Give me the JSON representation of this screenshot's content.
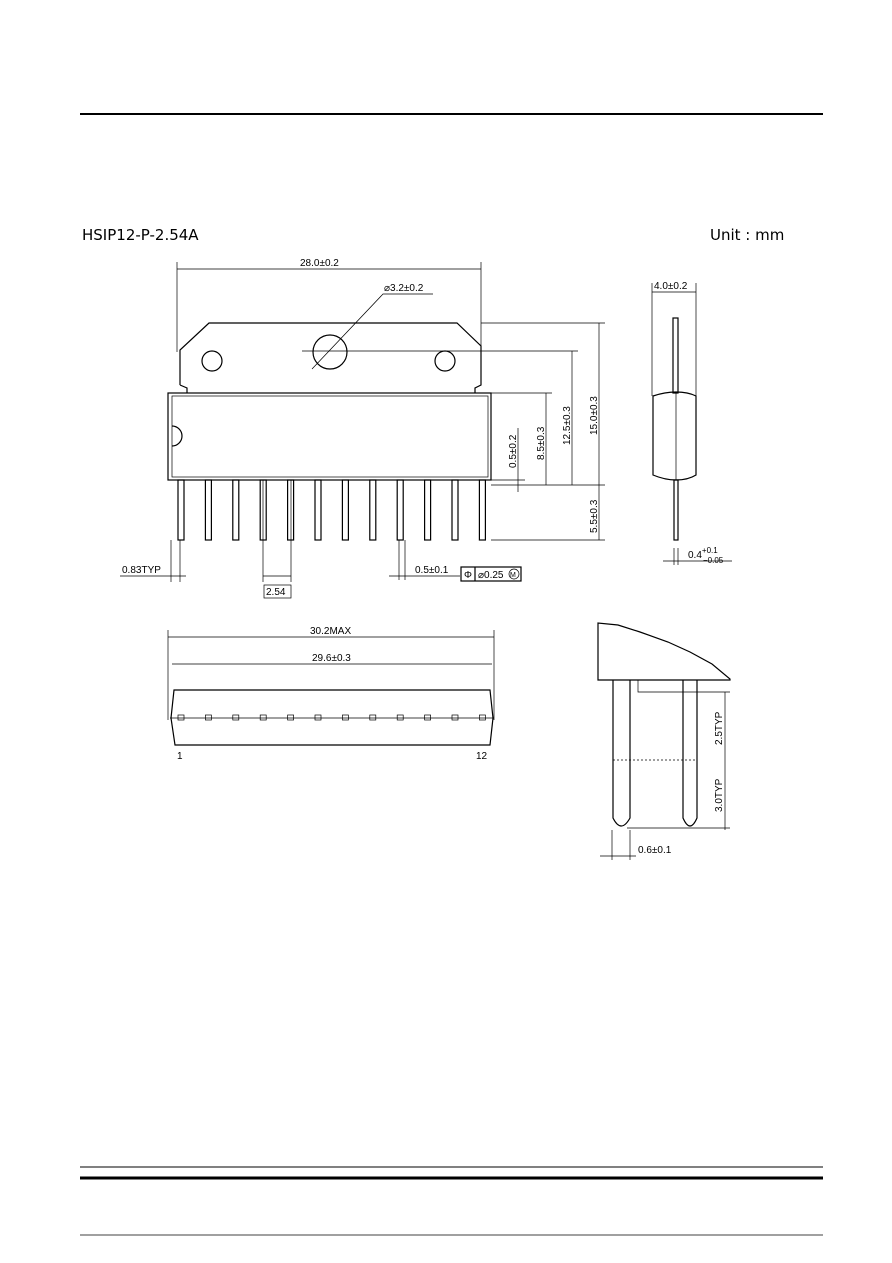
{
  "header": {
    "package_name": "HSIP12-P-2.54A",
    "unit_label": "Unit  :  mm"
  },
  "front_view": {
    "width": "28.0±0.2",
    "hole_diameter": "⌀3.2±0.2",
    "height_total": "15.0±0.3",
    "height_hole": "12.5±0.3",
    "height_body": "8.5±0.3",
    "standoff": "0.5±0.2",
    "lead_length": "5.5±0.3",
    "lead_offset": "0.83TYP",
    "pitch": "2.54",
    "lead_width": "0.5±0.1",
    "tolerance_symbol": "Φ",
    "tolerance_value": "⌀0.25",
    "tolerance_modifier": "M"
  },
  "side_view": {
    "thickness": "4.0±0.2",
    "lead_thickness_base": "0.4",
    "lead_thickness_plus": "+0.1",
    "lead_thickness_minus": "−0.05"
  },
  "bottom_view": {
    "max_length": "30.2MAX",
    "length": "29.6±0.3",
    "pin_first": "1",
    "pin_last": "12"
  },
  "detail_view": {
    "dim_upper": "2.5TYP",
    "dim_lower": "3.0TYP",
    "lead_width": "0.6±0.1"
  }
}
